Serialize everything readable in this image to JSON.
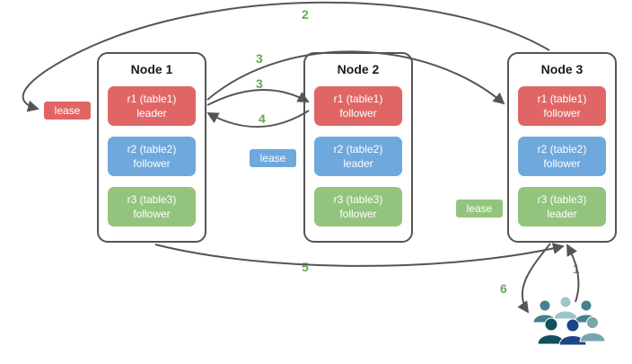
{
  "diagram": {
    "nodes": [
      {
        "title": "Node 1",
        "replicas": [
          {
            "name": "r1 (table1)",
            "role": "leader",
            "color": "#e06666"
          },
          {
            "name": "r2 (table2)",
            "role": "follower",
            "color": "#6fa8dc"
          },
          {
            "name": "r3 (table3)",
            "role": "follower",
            "color": "#93c47d"
          }
        ]
      },
      {
        "title": "Node 2",
        "replicas": [
          {
            "name": "r1 (table1)",
            "role": "follower",
            "color": "#e06666"
          },
          {
            "name": "r2 (table2)",
            "role": "leader",
            "color": "#6fa8dc"
          },
          {
            "name": "r3 (table3)",
            "role": "follower",
            "color": "#93c47d"
          }
        ]
      },
      {
        "title": "Node 3",
        "replicas": [
          {
            "name": "r1 (table1)",
            "role": "follower",
            "color": "#e06666"
          },
          {
            "name": "r2 (table2)",
            "role": "follower",
            "color": "#6fa8dc"
          },
          {
            "name": "r3 (table3)",
            "role": "leader",
            "color": "#93c47d"
          }
        ]
      }
    ],
    "leases": [
      {
        "label": "lease",
        "color": "#e06666"
      },
      {
        "label": "lease",
        "color": "#6fa8dc"
      },
      {
        "label": "lease",
        "color": "#93c47d"
      }
    ],
    "steps": [
      {
        "label": "1"
      },
      {
        "label": "2"
      },
      {
        "label": "3"
      },
      {
        "label": "3"
      },
      {
        "label": "4"
      },
      {
        "label": "5"
      },
      {
        "label": "6"
      }
    ],
    "icons": {
      "users": {
        "name": "users-icon",
        "colors": [
          "#45818e",
          "#a2c4c9",
          "#134f5c",
          "#1c4587",
          "#76a5af"
        ]
      }
    },
    "colors": {
      "step_label": "#6aa84f",
      "arrow": "#555555",
      "node_border": "#545454",
      "background": "#ffffff"
    }
  }
}
